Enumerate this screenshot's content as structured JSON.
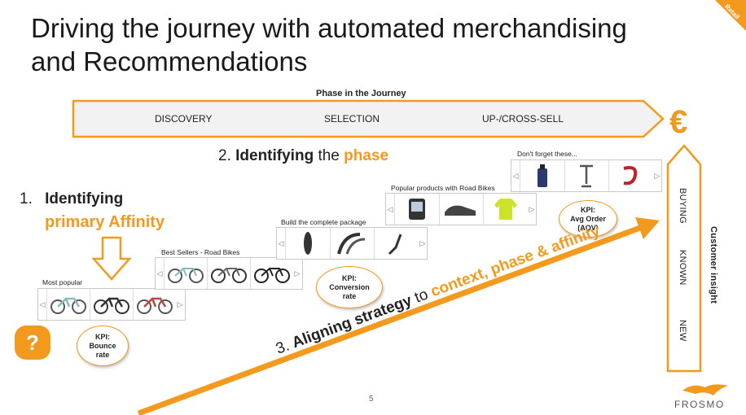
{
  "title_line1": "Driving the journey with automated merchandising",
  "title_line2": "and Recommendations",
  "corner_tag": "Retail",
  "phase_label": "Phase in the Journey",
  "phases": [
    "DISCOVERY",
    "SELECTION",
    "UP-/CROSS-SELL"
  ],
  "euro": "€",
  "step2": {
    "prefix": "2. ",
    "bold": "Identifying",
    "mid": " the ",
    "accent": "phase"
  },
  "step1": {
    "prefix": "1.",
    "bold": "Identifying",
    "accent": "primary Affinity"
  },
  "step3": {
    "prefix": "3. ",
    "bold": "Aligning strategy",
    "mid": " to ",
    "accent": "context, phase & affinity"
  },
  "carousels": [
    {
      "caption": "Most popular"
    },
    {
      "caption": "Best Sellers - Road Bikes"
    },
    {
      "caption": "Build the complete package"
    },
    {
      "caption": "Popular products with Road Bikes"
    },
    {
      "caption": "Don't forget these..."
    }
  ],
  "kpis": [
    {
      "head": "KPI:",
      "l1": "Bounce",
      "l2": "rate"
    },
    {
      "head": "KPI:",
      "l1": "Conversion",
      "l2": "rate"
    },
    {
      "head": "KPI:",
      "l1": "Avg Order",
      "l2": "(AOV)"
    }
  ],
  "insight_stages": [
    "BUYING",
    "KNOWN",
    "NEW"
  ],
  "insight_label": "Customer insight",
  "question_mark": "?",
  "page_number": "5",
  "brand": "FROSMO",
  "colors": {
    "accent": "#f39a1e",
    "arrow_fill": "#f2f2f2"
  }
}
